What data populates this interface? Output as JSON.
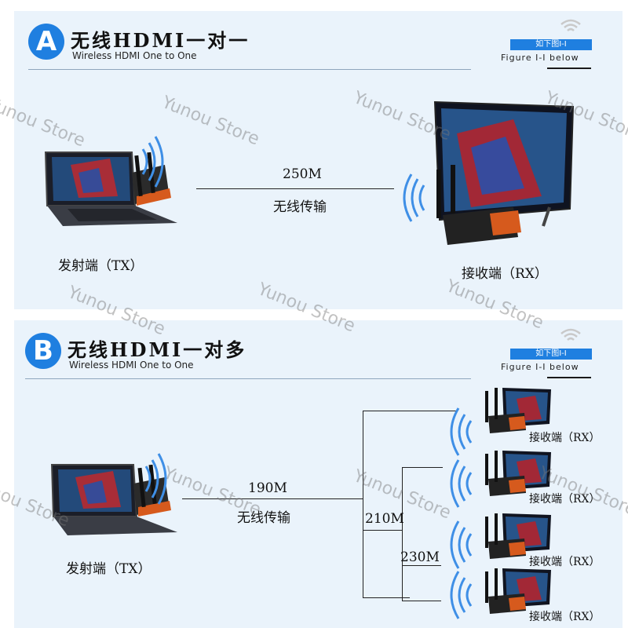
{
  "section_a": {
    "badge": "A",
    "title_zh": "无线HDMI一对一",
    "title_en": "Wireless HDMI One to One",
    "figure_tag": "如下图I-I",
    "figure_caption": "Figure I-I below",
    "speed": "250M",
    "transfer_label": "无线传输",
    "tx_label": "发射端（TX）",
    "rx_label": "接收端（RX）"
  },
  "section_b": {
    "badge": "B",
    "title_zh": "无线HDMI一对多",
    "title_en": "Wireless HDMI One to One",
    "figure_tag": "如下图I-I",
    "figure_caption": "Figure I-I below",
    "speed_main": "190M",
    "transfer_label": "无线传输",
    "speed_mid": "210M",
    "speed_low": "230M",
    "tx_label": "发射端（TX）",
    "rx_labels": [
      "接收端（RX）",
      "接收端（RX）",
      "接收端（RX）",
      "接收端（RX）"
    ]
  },
  "watermark": "Yunou Store",
  "colors": {
    "accent": "#1f7fe0",
    "panel": "#eaf3fb",
    "wave": "#3f8fe6"
  }
}
